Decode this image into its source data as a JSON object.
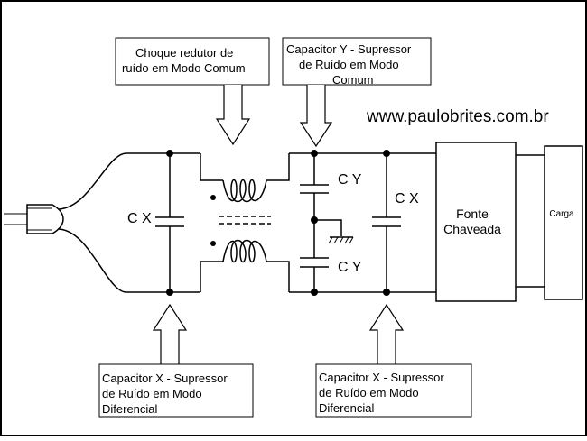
{
  "website": "www.paulobrites.com.br",
  "components": {
    "cx_left": "C X",
    "cx_right": "C X",
    "cy_top": "C Y",
    "cy_bottom": "C Y",
    "power_supply": [
      "Fonte",
      "Chaveada"
    ],
    "load": "Carga"
  },
  "callouts": {
    "choke": [
      "Choque redutor de",
      "ruído em Modo Comum"
    ],
    "cap_y": [
      "Capacitor Y - Supressor",
      "de Ruído em Modo",
      "Comum"
    ],
    "cap_x_left": [
      "Capacitor X - Supressor",
      "de Ruído em Modo",
      "Diferencial"
    ],
    "cap_x_right": [
      "Capacitor X - Supressor",
      "de Ruído em Modo",
      "Diferencial"
    ]
  }
}
